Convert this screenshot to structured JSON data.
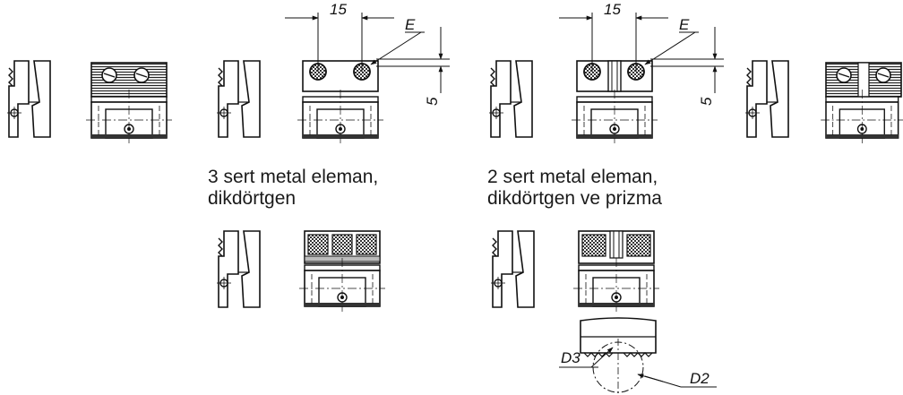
{
  "captions": {
    "three_elements": {
      "line1": "3 sert metal eleman,",
      "line2": "dikdörtgen"
    },
    "two_elements": {
      "line1": "2 sert metal eleman,",
      "line2": "dikdörtgen ve prizma"
    }
  },
  "dimensions": {
    "width_label": "15",
    "offset_label": "5",
    "edge_label": "E",
    "diameter_small": "D3",
    "diameter_large": "D2"
  }
}
